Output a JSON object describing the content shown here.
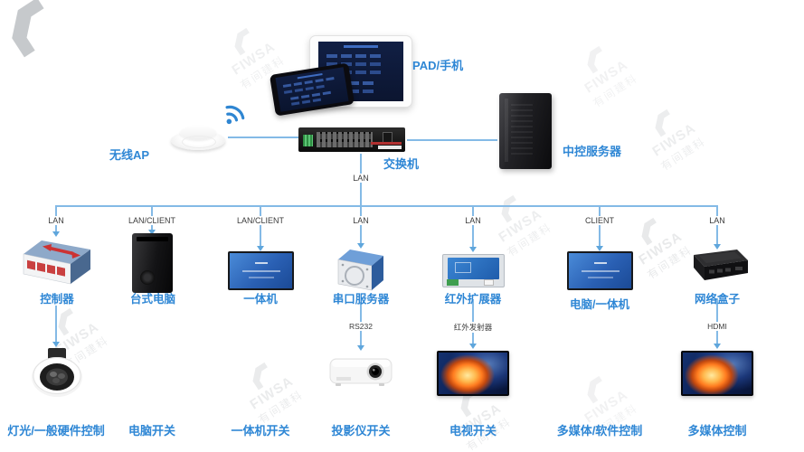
{
  "watermark": {
    "latin": "FIWSA",
    "cn": "有间建科"
  },
  "top": {
    "pad_label": "PAD/手机",
    "ap_label": "无线AP",
    "switch_label": "交换机",
    "server_label": "中控服务器",
    "trunk_port": "LAN"
  },
  "branches": [
    {
      "port": "LAN",
      "device": "控制器",
      "link": "",
      "output": "灯光/一般硬件控制"
    },
    {
      "port": "LAN/CLIENT",
      "device": "台式电脑",
      "link": "",
      "output": "电脑开关"
    },
    {
      "port": "LAN/CLIENT",
      "device": "一体机",
      "link": "",
      "output": "一体机开关"
    },
    {
      "port": "LAN",
      "device": "串口服务器",
      "link": "RS232",
      "output": "投影仪开关"
    },
    {
      "port": "LAN",
      "device": "红外扩展器",
      "link": "红外发射器",
      "output": "电视开关"
    },
    {
      "port": "CLIENT",
      "device": "电脑/一体机",
      "link": "",
      "output": "多媒体/软件控制"
    },
    {
      "port": "LAN",
      "device": "网络盒子",
      "link": "HDMI",
      "output": "多媒体控制"
    }
  ],
  "colors": {
    "accent": "#2f87d5",
    "line": "#84bae6",
    "port_text": "#3c3c3c"
  }
}
